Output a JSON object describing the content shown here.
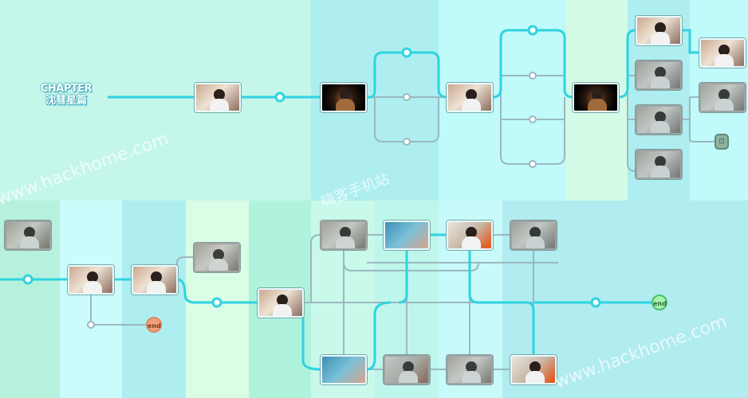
{
  "chapter": {
    "label_en": "CHAPTER",
    "label_cn": "沈彗星篇"
  },
  "end_badges": {
    "branch_end": "end",
    "final_end": "end"
  },
  "locked_badge": {
    "icon": "lock-icon",
    "glyph": "⊡"
  },
  "watermark": {
    "text": "www.hackhome.com",
    "cn": "嗨客手机站"
  },
  "colors": {
    "active_line": "#2fd3e0",
    "inactive_line": "#9bb8bf"
  }
}
